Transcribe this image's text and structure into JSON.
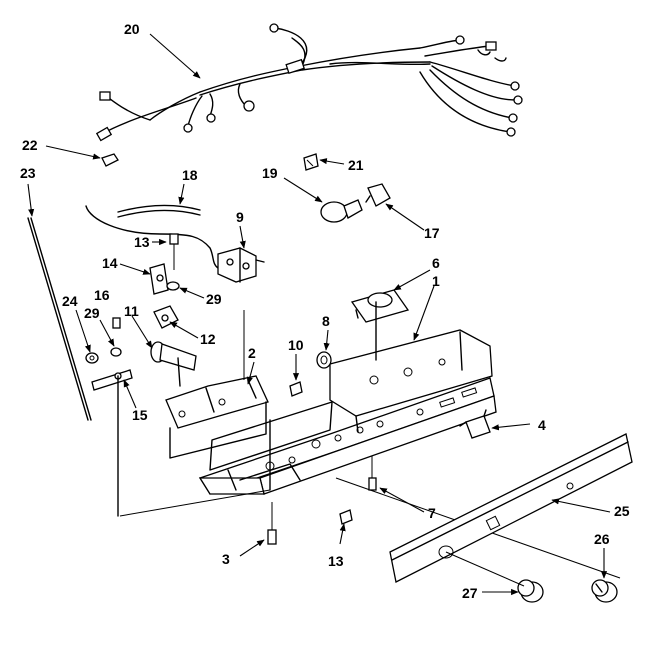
{
  "callouts": {
    "c1": "1",
    "c2": "2",
    "c3": "3",
    "c4": "4",
    "c6": "6",
    "c7": "7",
    "c8": "8",
    "c9": "9",
    "c10": "10",
    "c11": "11",
    "c12": "12",
    "c13a": "13",
    "c13b": "13",
    "c14": "14",
    "c15": "15",
    "c16": "16",
    "c17": "17",
    "c18": "18",
    "c19": "19",
    "c20": "20",
    "c21": "21",
    "c22": "22",
    "c23": "23",
    "c24": "24",
    "c25": "25",
    "c26": "26",
    "c27": "27",
    "c29a": "29",
    "c29b": "29"
  }
}
